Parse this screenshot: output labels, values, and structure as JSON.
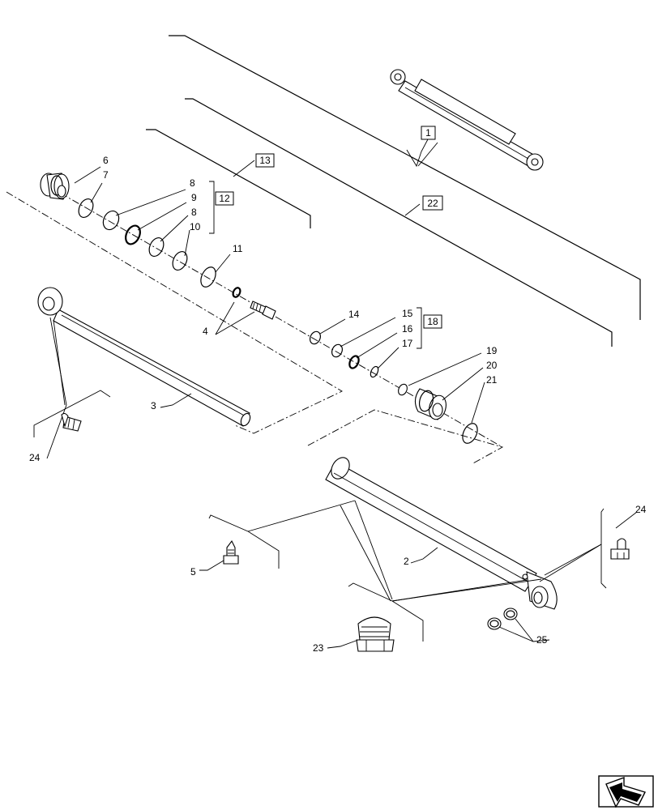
{
  "callouts": {
    "c1": "1",
    "c2": "2",
    "c3": "3",
    "c4": "4",
    "c5": "5",
    "c6": "6",
    "c7": "7",
    "c8a": "8",
    "c9": "9",
    "c8b": "8",
    "c10": "10",
    "c11": "11",
    "c12": "12",
    "c13": "13",
    "c14": "14",
    "c15": "15",
    "c16": "16",
    "c17": "17",
    "c18": "18",
    "c19": "19",
    "c20": "20",
    "c21": "21",
    "c22": "22",
    "c23": "23",
    "c24a": "24",
    "c24b": "24",
    "c25": "25"
  },
  "nav": {
    "icon": "next-page-arrow-icon"
  }
}
